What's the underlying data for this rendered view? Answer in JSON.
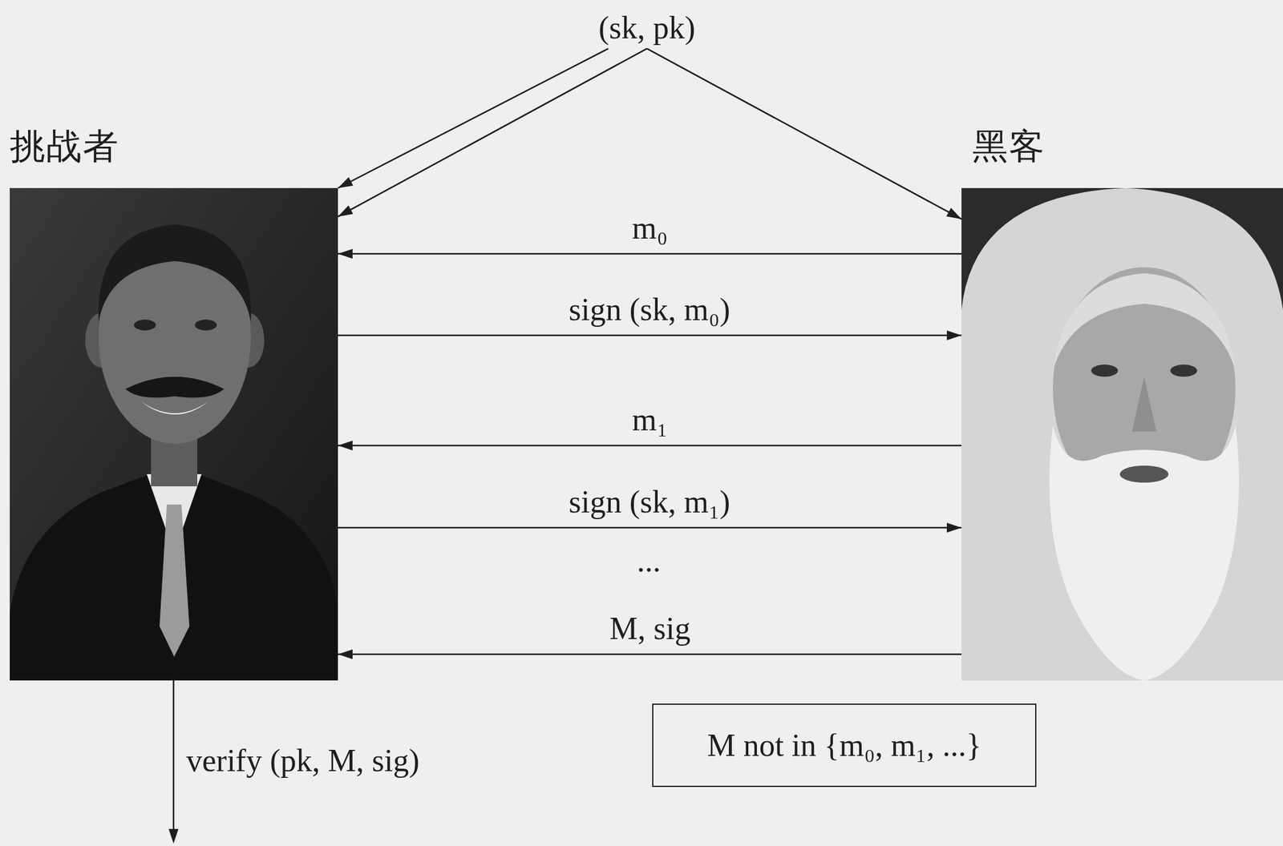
{
  "diagram": {
    "nodes": [
      {
        "text": [
          "(sk, pk)"
        ]
      },
      {
        "text": [
          "挑战者"
        ]
      },
      {
        "text": [
          "黑客"
        ]
      },
      {
        "text": [
          "M not in {m₀, m₁, ...}"
        ]
      }
    ],
    "edges": [
      {
        "from": 0,
        "to": 1,
        "arrow": "to"
      },
      {
        "from": 0,
        "to": 1,
        "arrow": "to"
      },
      {
        "from": 0,
        "to": 2,
        "arrow": "to"
      },
      {
        "from": 2,
        "to": 1,
        "label": "m₀",
        "arrow": "to"
      },
      {
        "from": 1,
        "to": 2,
        "label": "sign (sk, m₀)",
        "arrow": "to"
      },
      {
        "from": 2,
        "to": 1,
        "label": "m₁",
        "arrow": "to"
      },
      {
        "from": 1,
        "to": 2,
        "label": "sign (sk, m₁)",
        "arrow": "to"
      },
      {
        "from": 2,
        "to": 1,
        "label": "M, sig",
        "arrow": "to"
      }
    ],
    "labels": [
      "...",
      "verify (pk, M, sig)"
    ]
  }
}
